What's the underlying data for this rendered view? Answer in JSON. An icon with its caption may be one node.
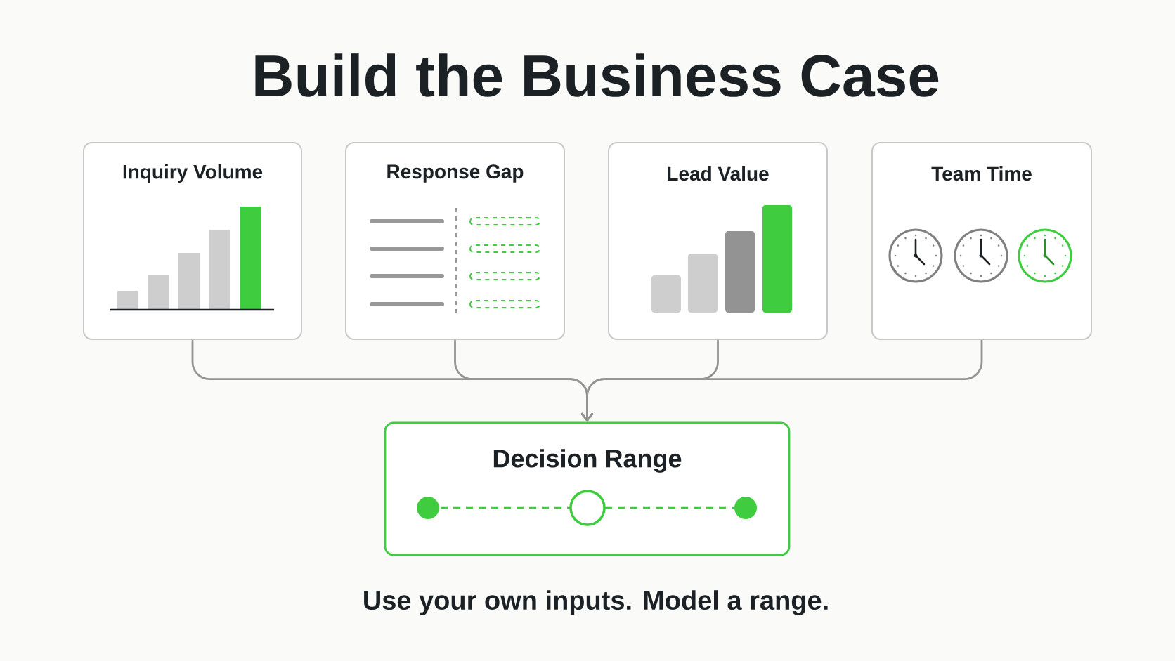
{
  "diagram": {
    "title": "Build the Business Case",
    "nodes": [
      {
        "text": [
          "Inquiry Volume"
        ]
      },
      {
        "text": [
          "Response Gap"
        ]
      },
      {
        "text": [
          "Lead Value"
        ]
      },
      {
        "text": [
          "Team Time"
        ]
      },
      {
        "text": [
          "Decision Range"
        ]
      }
    ],
    "edges": [
      {
        "from": 0,
        "to": 4,
        "arrow": "to"
      },
      {
        "from": 1,
        "to": 4,
        "arrow": "to"
      },
      {
        "from": 2,
        "to": 4,
        "arrow": "to"
      },
      {
        "from": 3,
        "to": 4,
        "arrow": "to"
      }
    ],
    "caption": "Use your own inputs. Model a range."
  }
}
